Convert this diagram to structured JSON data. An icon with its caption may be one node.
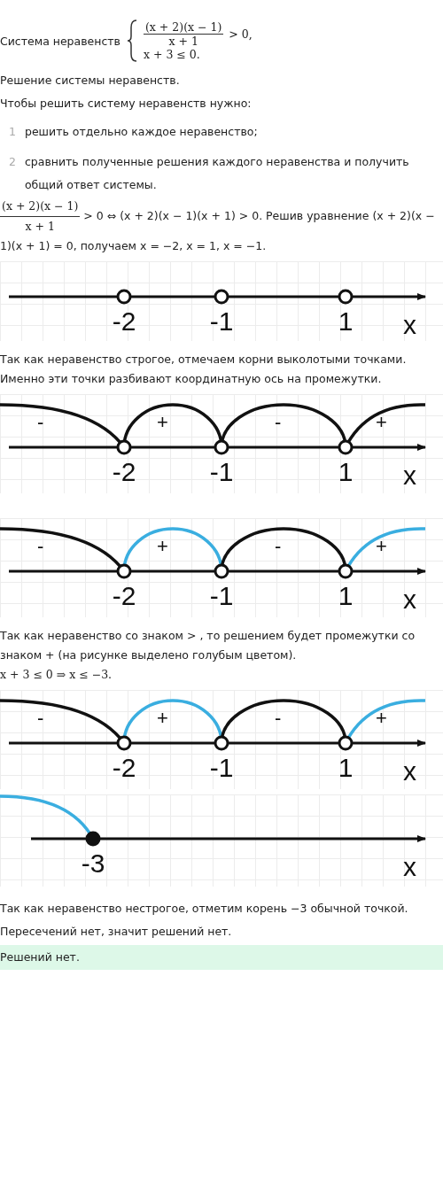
{
  "diagram": {
    "labels": [
      "Система неравенств",
      "(x + 2)(x − 1)",
      "x + 1",
      "> 0,",
      "x + 3 ≤ 0.",
      "Решение системы неравенств.",
      "Чтобы решить систему неравенств нужно:",
      "1",
      "решить отдельно каждое неравенство;",
      "2",
      "сравнить полученные решения каждого неравенства и получить общий ответ системы.",
      "(x + 2)(x − 1)",
      "x + 1",
      "> 0 ⇔ (x + 2)(x − 1)(x + 1) > 0. Решив уравнение (x + 2)(x − 1)(x + 1) = 0, получаем x = −2, x = 1, x = −1.",
      "-2",
      "-1",
      "1",
      "x",
      "Так как неравенство строгое, отмечаем корни выколотыми точками. Именно эти точки разбивают координатную ось на промежутки.",
      "-",
      "+",
      "-",
      "+",
      "-2",
      "-1",
      "1",
      "x",
      "-",
      "+",
      "-",
      "+",
      "-2",
      "-1",
      "1",
      "x",
      "Так как неравенство со знаком > , то решением будет промежутки со знаком + (на рисунке выделено голубым цветом).",
      "x + 3 ≤ 0 ⇒ x ≤ −3.",
      "-",
      "+",
      "-",
      "+",
      "-2",
      "-1",
      "1",
      "x",
      "-3",
      "x",
      "Так как неравенство нестрогое, отметим корень −3 обычной точкой.",
      "Пересечений нет, значит решений нет.",
      "Решений нет."
    ]
  }
}
